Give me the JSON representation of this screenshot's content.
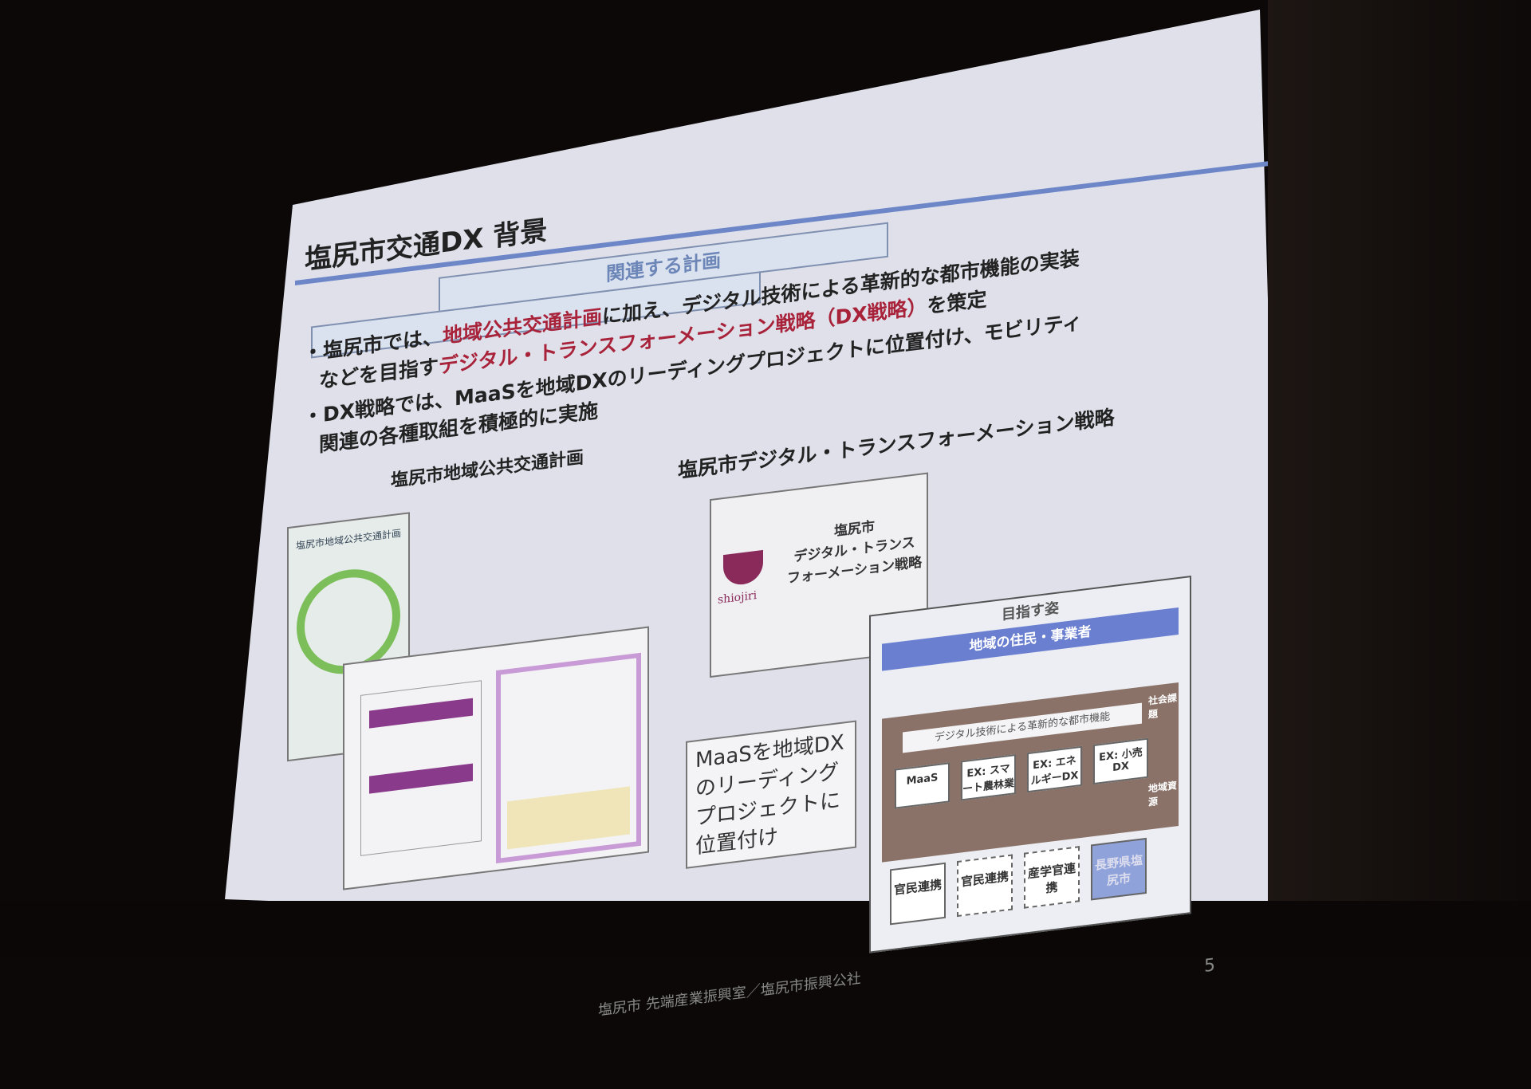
{
  "slide": {
    "title": "塩尻市交通DX 背景",
    "related_plans_label": "関連する計画",
    "bullets": [
      {
        "prefix": "・塩尻市では、",
        "highlight1": "地域公共交通計画",
        "mid": "に加え、デジタル技術による革新的な都市機能の実装",
        "line2_prefix": "などを目指す",
        "highlight2": "デジタル・トランスフォーメーション戦略（DX戦略）",
        "line2_suffix": "を策定"
      },
      {
        "line1": "・DX戦略では、MaaSを地域DXのリーディングプロジェクトに位置付け、モビリティ",
        "line2": "関連の各種取組を積極的に実施"
      }
    ],
    "left_caption": "塩尻市地域公共交通計画",
    "left_doc_title": "塩尻市地域公共交通計画",
    "right_caption": "塩尻市デジタル・トランスフォーメーション戦略",
    "dx_doc": {
      "logo_text": "shiojiri",
      "line1": "塩尻市",
      "line2": "デジタル・トランス",
      "line3": "フォーメーション戦略"
    },
    "callout": [
      "MaaSを地域DX",
      "のリーディング",
      "プロジェクトに",
      "位置付け"
    ],
    "vision": {
      "header": "目指す姿",
      "top_bar": "地域の住民・事業者",
      "mid_bar": "デジタル技術による革新的な都市機能",
      "side_top": "社会課題",
      "side_bottom": "地域資源",
      "boxes": [
        "MaaS",
        "EX: スマート農林業",
        "EX: エネルギーDX",
        "EX: 小売DX"
      ],
      "bottom": [
        "官民連携",
        "官民連携",
        "産学官連携",
        "長野県塩尻市"
      ]
    },
    "footer": "塩尻市 先端産業振興室／塩尻市振興公社",
    "page_number": "5"
  },
  "colors": {
    "accent_blue": "#6a7fd0",
    "highlight_red": "#a8233a",
    "logo_purple": "#8a2a5a"
  }
}
